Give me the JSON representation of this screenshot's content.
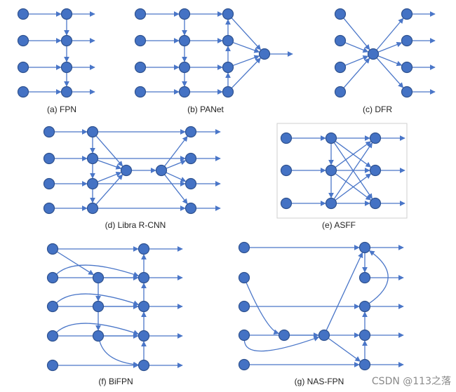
{
  "panels": [
    {
      "id": "fpn",
      "caption": "(a) FPN"
    },
    {
      "id": "panet",
      "caption": "(b) PANet"
    },
    {
      "id": "dfr",
      "caption": "(c) DFR"
    },
    {
      "id": "libra",
      "caption": "(d) Libra R-CNN"
    },
    {
      "id": "asff",
      "caption": "(e) ASFF"
    },
    {
      "id": "bifpn",
      "caption": "(f) BiFPN"
    },
    {
      "id": "nasfpn",
      "caption": "(g) NAS-FPN"
    }
  ],
  "watermark": "CSDN @113之落",
  "colors": {
    "node": "#4472c4",
    "edge": "#4a76c8",
    "frame": "#cfcfcf"
  }
}
